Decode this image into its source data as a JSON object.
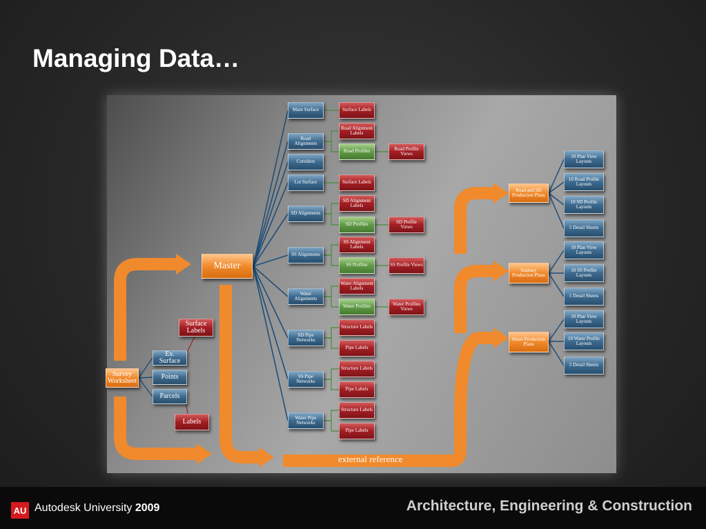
{
  "title": "Managing Data…",
  "footer": {
    "brand": "Autodesk University",
    "year": "2009",
    "logo": "AU",
    "division": "Architecture, Engineering & Construction"
  },
  "colors": {
    "blue": "#3d6a8e",
    "red": "#a31e24",
    "green": "#5f9a45",
    "orange": "#f08a2c"
  },
  "diagram": {
    "master": "Master",
    "survey": "Survey Worksheet",
    "ex_surface": "Ex. Surface",
    "points": "Points",
    "parcels": "Parcels",
    "surface_labels": "Surface Labels",
    "labels": "Labels",
    "external_reference": "external reference",
    "main_surface": "Main Surface",
    "main_surface_labels": "Surface Labels",
    "road_alignments": "Road Alignments",
    "road_alignment_labels": "Road Alignment Labels",
    "road_profiles": "Road Profiles",
    "road_profile_views": "Road Profile Views",
    "corridors": "Corridors",
    "lot_surface": "Lot Surface",
    "lot_surface_labels": "Surface Labels",
    "sd_alignments": "SD Alignments",
    "sd_alignment_labels": "SD Alignment Labels",
    "sd_profiles": "SD Profiles",
    "sd_profile_views": "SD Profile Views",
    "ss_alignments": "SS Alignments",
    "ss_alignment_labels": "SS Alignment Labels",
    "ss_profiles": "SS Profiles",
    "ss_profile_views": "SS Profile Views",
    "water_alignments": "Water Alignments",
    "water_alignment_labels": "Water Alignment Labels",
    "water_profiles": "Water Profiles",
    "water_profile_views": "Water Profiles Views",
    "sd_pipe_networks": "SD Pipe Networks",
    "sd_structure_labels": "Structure Labels",
    "sd_pipe_labels": "Pipe Labels",
    "ss_pipe_networks": "SS Pipe Networks",
    "ss_structure_labels": "Structure Labels",
    "ss_pipe_labels": "Pipe Labels",
    "water_pipe_networks": "Water Pipe Networks",
    "water_structure_labels": "Structure Labels",
    "water_pipe_labels": "Pipe Labels",
    "road_sd_plans": "Road and SD Production Plans",
    "road_plan_view": "10 Plan View Layouts",
    "road_profile_layouts": "10 Road Profile Layouts",
    "sd_profile_layouts": "10 SD Profile Layouts",
    "road_detail": "5 Detail Sheets",
    "sanitary_plans": "Sanitary Production Plans",
    "san_plan_view": "10 Plan View Layouts",
    "ss_profile_layouts": "10 SS Profile Layouts",
    "san_detail": "5 Detail Sheets",
    "water_plans": "Water Production Plans",
    "water_plan_view": "10 Plan View Layouts",
    "water_profile_layouts": "10 Water Profile Layouts",
    "water_detail": "5 Detail Sheets"
  }
}
